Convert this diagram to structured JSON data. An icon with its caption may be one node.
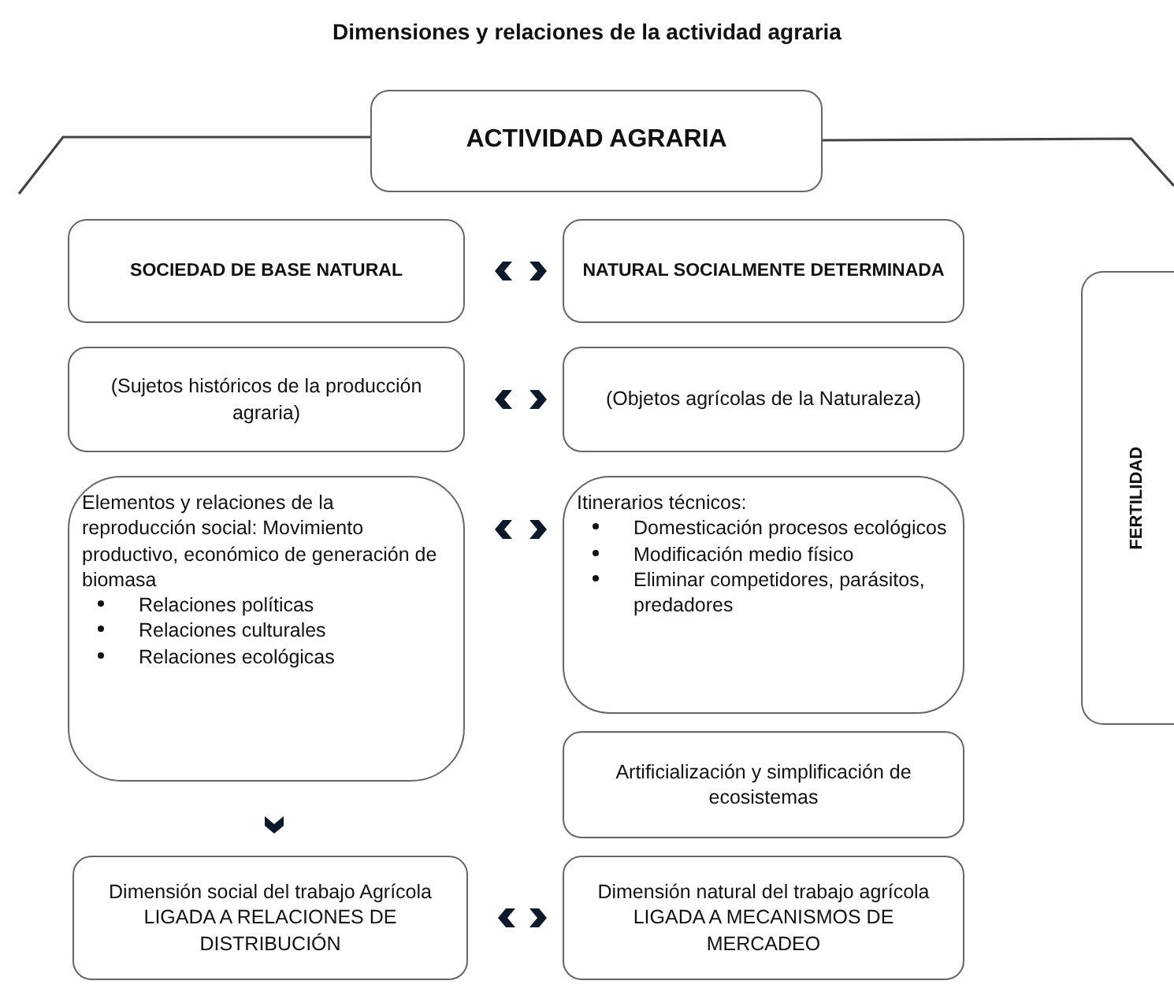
{
  "diagram": {
    "title": "Dimensiones y relaciones de la actividad agraria",
    "nodes": [
      {
        "text": [
          "ACTIVIDAD AGRARIA"
        ]
      },
      {
        "text": [
          "SOCIEDAD DE BASE NATURAL"
        ]
      },
      {
        "text": [
          "NATURAL SOCIALMENTE DETERMINADA"
        ]
      },
      {
        "text": [
          "FERTILIDAD"
        ]
      },
      {
        "text": [
          "(Sujetos históricos de la producción agraria)"
        ]
      },
      {
        "text": [
          "(Objetos agrícolas de la Naturaleza)"
        ]
      },
      {
        "text": [
          "Elementos y relaciones de la reproducción social: Movimiento productivo, económico de generación de biomasa",
          "Relaciones políticas",
          "Relaciones culturales",
          "Relaciones ecológicas"
        ]
      },
      {
        "text": [
          "Itinerarios técnicos:",
          "Domesticación procesos ecológicos",
          "Modificación medio físico",
          "Eliminar competidores, parásitos, predadores"
        ]
      },
      {
        "text": [
          "Artificialización y simplificación de ecosistemas"
        ]
      },
      {
        "text": [
          "Dimensión social del trabajo Agrícola LIGADA A RELACIONES DE DISTRIBUCIÓN"
        ]
      },
      {
        "text": [
          "Dimensión natural del trabajo agrícola LIGADA A MECANISMOS DE MERCADEO"
        ]
      }
    ],
    "edges": [
      {
        "from": 1,
        "to": 2,
        "arrow": "both"
      },
      {
        "from": 4,
        "to": 5,
        "arrow": "both"
      },
      {
        "from": 6,
        "to": 7,
        "arrow": "both"
      },
      {
        "from": 6,
        "to": 9,
        "arrow": "to"
      },
      {
        "from": 9,
        "to": 10,
        "arrow": "both"
      }
    ]
  }
}
